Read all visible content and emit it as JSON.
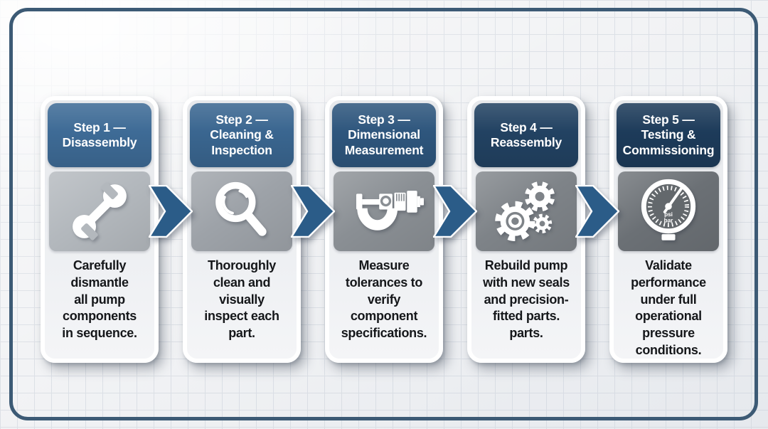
{
  "diagram": {
    "type": "process-flow",
    "step_count": 5,
    "steps": [
      {
        "name": "step-1",
        "header": "Step 1 —\nDisassembly",
        "description": "Carefully\ndismantle\nall pump\ncomponents\nin sequence.",
        "icon": "wrench-icon",
        "header_color": "#3e6b96",
        "panel_color": "#b3b8bd"
      },
      {
        "name": "step-2",
        "header": "Step 2 —\nCleaning &\nInspection",
        "description": "Thoroughly\nclean and\nvisually\ninspect each\npart.",
        "icon": "magnifier-icon",
        "header_color": "#3a6690",
        "panel_color": "#9da2a8"
      },
      {
        "name": "step-3",
        "header": "Step 3 —\nDimensional\nMeasurement",
        "description": "Measure\ntolerances to\nverify\ncomponent\nspecifications.",
        "icon": "micrometer-icon",
        "header_color": "#2e567d",
        "panel_color": "#8a8f94"
      },
      {
        "name": "step-4",
        "header": "Step 4 —\nReassembly",
        "description": "Rebuild pump\nwith new seals\nand precision-\nfitted parts.\nparts.",
        "icon": "gears-icon",
        "header_color": "#224262",
        "panel_color": "#7e8388"
      },
      {
        "name": "step-5",
        "header": "Step 5 —\nTesting &\nCommissioning",
        "description": "Validate\nperformance\nunder full\noperational\npressure\nconditions.",
        "icon": "pressure-gauge-icon",
        "header_color": "#1d3b5a",
        "panel_color": "#6b7075"
      }
    ],
    "gauge": {
      "psi_label": "psi",
      "bar_label": "bar"
    },
    "colors": {
      "chevron_blue": "#2b5c88",
      "frame_border": "#3c5a75",
      "header_text": "#ffffff",
      "body_text": "#15171a",
      "card_border": "#ffffff",
      "background": "#f2f3f5",
      "grid_line": "#d7dce3"
    }
  }
}
